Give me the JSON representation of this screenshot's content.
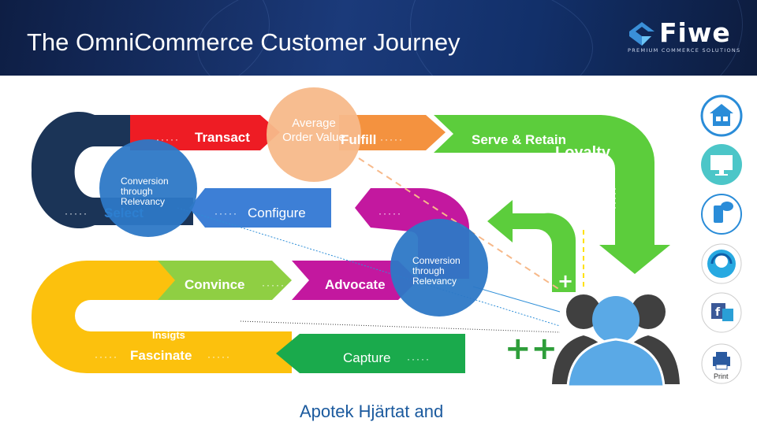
{
  "header": {
    "title": "The OmniCommerce Customer Journey",
    "logo_name": "Fiwe",
    "logo_tagline": "PREMIUM COMMERCE SOLUTIONS"
  },
  "stages": {
    "transact": "Transact",
    "fulfill": "Fulfill",
    "serve_retain": "Serve & Retain",
    "loyalty": "Loyalty",
    "select": "Select",
    "configure": "Configure",
    "convince": "Convince",
    "advocate": "Advocate",
    "insights": "Insigts",
    "fascinate": "Fascinate",
    "capture": "Capture"
  },
  "bubbles": {
    "aov": "Average Order Value",
    "conversion_left": "Conversion through Relevancy",
    "conversion_right": "Conversion through Relevancy"
  },
  "footer_text": "Apotek Hjärtat and",
  "plus_single": "+",
  "plus_double": "++",
  "dots": "·····",
  "icons": [
    "home-icon",
    "monitor-icon",
    "mobile-chat-icon",
    "support-headset-icon",
    "social-facebook-icon",
    "print-icon"
  ],
  "print_label": "Print",
  "colors": {
    "navy": "#1b3457",
    "red": "#ee1c24",
    "orange": "#f4923f",
    "lime": "#5ccd3c",
    "blue": "#3d7fd6",
    "magenta": "#c3189f",
    "light_green": "#8fcf43",
    "yellow": "#fcc10d",
    "green": "#1aaa4c",
    "peach_bubble": "#f7b98a",
    "blue_bubble": "#2d78c6",
    "person": "#5aa9e6"
  }
}
